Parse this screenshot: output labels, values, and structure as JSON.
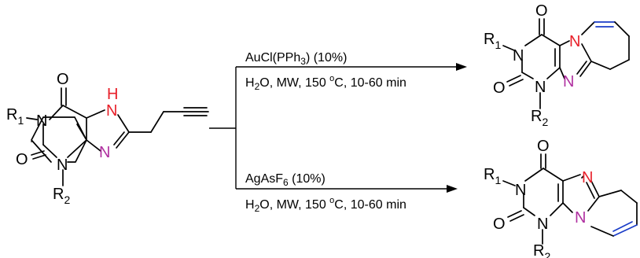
{
  "colors": {
    "nh_red": "#e8202a",
    "n_purple": "#b030a0",
    "n_blue": "#1a3cc8",
    "bond_blue": "#1a3cc8"
  },
  "atoms": {
    "O": "O",
    "N": "N",
    "H": "H",
    "R1": "R",
    "R1_sub": "1",
    "R2": "R",
    "R2_sub": "2"
  },
  "top_conditions": {
    "catalyst": "AuCl(PPh",
    "catalyst_sub": "3",
    "catalyst_tail": ") (10%)",
    "line2_a": "H",
    "line2_sub": "2",
    "line2_b": "O, MW, 150 ",
    "line2_deg": "o",
    "line2_c": "C, 10-60 min"
  },
  "bottom_conditions": {
    "catalyst": "AgAsF",
    "catalyst_sub": "6",
    "catalyst_tail": " (10%)",
    "line2_a": "H",
    "line2_sub": "2",
    "line2_b": "O, MW, 150 ",
    "line2_deg": "o",
    "line2_c": "C, 10-60 min"
  }
}
